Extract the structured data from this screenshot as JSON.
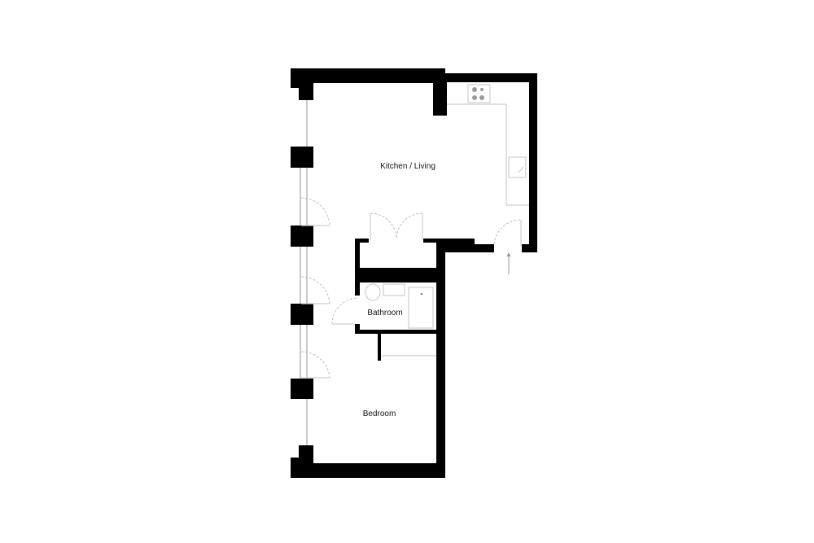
{
  "floorplan": {
    "rooms": {
      "kitchen_living": "Kitchen / Living",
      "bathroom": "Bathroom",
      "bedroom": "Bedroom"
    },
    "colors": {
      "wall": "#000000",
      "fixture": "#cfcfcf",
      "door_swing": "#bdbdbd"
    }
  }
}
